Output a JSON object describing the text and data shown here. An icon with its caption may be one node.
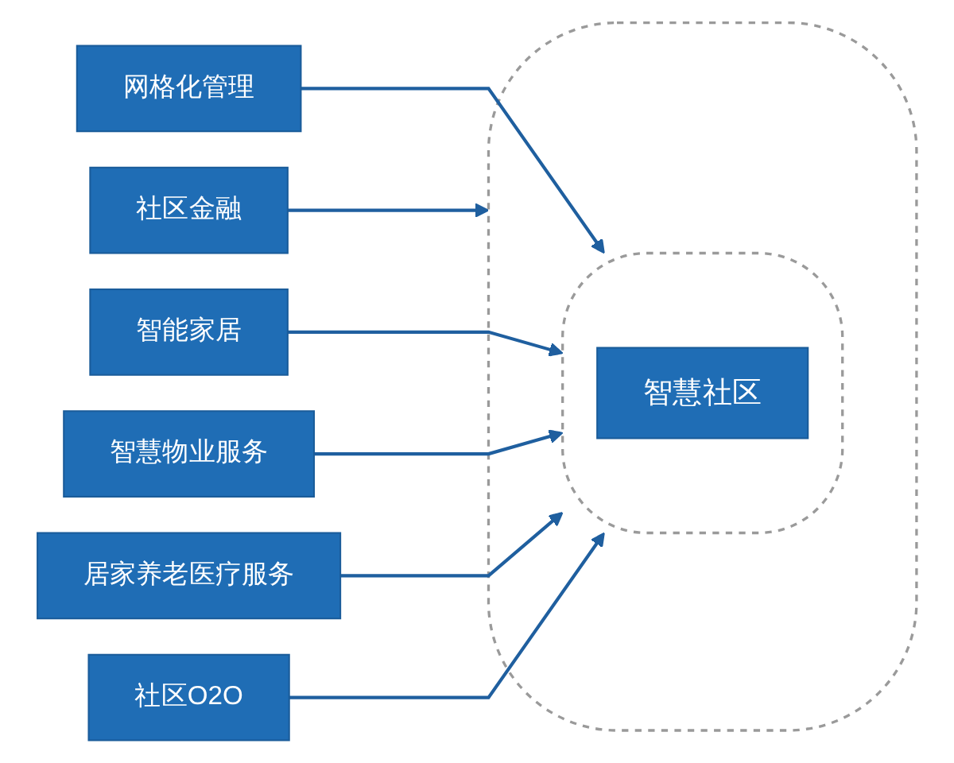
{
  "diagram": {
    "nodes": [
      {
        "text": [],
        "shape": "ellipse"
      },
      {
        "text": [],
        "shape": "ellipse",
        "in": 0
      },
      {
        "text": [
          "网格化管理"
        ]
      },
      {
        "text": [
          "智慧社区"
        ],
        "in": 1
      },
      {
        "text": [
          "社区金融"
        ]
      },
      {
        "text": [
          "智能家居"
        ]
      },
      {
        "text": [
          "智慧物业服务"
        ]
      },
      {
        "text": [
          "居家养老医疗服务"
        ]
      },
      {
        "text": [
          "社区O2O"
        ]
      }
    ],
    "edges": [
      {
        "from": 2,
        "to": 1,
        "arrow": "to"
      },
      {
        "from": 4,
        "to": 0,
        "arrow": "to"
      },
      {
        "from": 5,
        "to": 1,
        "arrow": "to"
      },
      {
        "from": 6,
        "to": 1,
        "arrow": "to"
      },
      {
        "from": 7,
        "to": 1,
        "arrow": "to"
      },
      {
        "from": 8,
        "to": 1,
        "arrow": "to"
      }
    ]
  }
}
